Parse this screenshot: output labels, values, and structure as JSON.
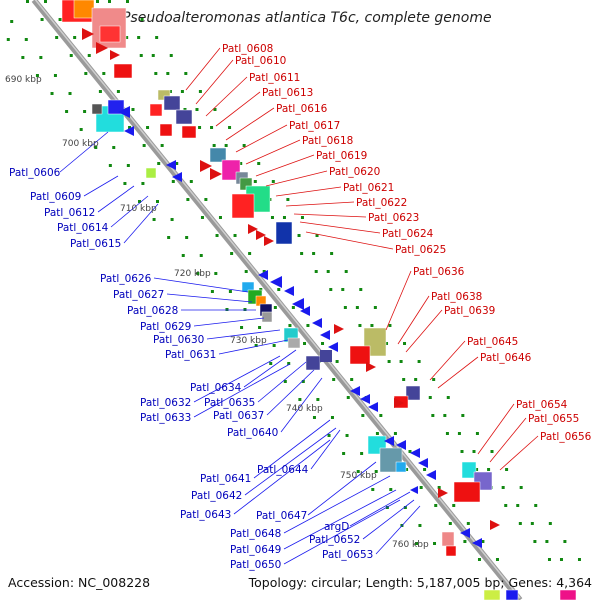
{
  "title": "Pseudoalteromonas atlantica T6c, complete genome",
  "footer": {
    "accession": "Accession: NC_008228",
    "summary": "Topology: circular; Length: 5,187,005 bp; Genes: 4,364"
  },
  "colors": {
    "forward": "#dd1111",
    "reverse": "#1a1aee",
    "backbone": "#999999",
    "tick_dot": "#118811"
  },
  "kbp_labels": [
    "690 kbp",
    "700 kbp",
    "710 kbp",
    "720 kbp",
    "730 kbp",
    "740 kbp",
    "750 kbp",
    "760 kbp"
  ],
  "red_labels": [
    "Patl_0608",
    "Patl_0610",
    "Patl_0611",
    "Patl_0613",
    "Patl_0616",
    "Patl_0617",
    "Patl_0618",
    "Patl_0619",
    "Patl_0620",
    "Patl_0621",
    "Patl_0622",
    "Patl_0623",
    "Patl_0624",
    "Patl_0625",
    "Patl_0636",
    "Patl_0638",
    "Patl_0639",
    "Patl_0645",
    "Patl_0646",
    "Patl_0654",
    "Patl_0655",
    "Patl_0656"
  ],
  "blue_labels": [
    "Patl_0606",
    "Patl_0609",
    "Patl_0612",
    "Patl_0614",
    "Patl_0615",
    "Patl_0626",
    "Patl_0627",
    "Patl_0628",
    "Patl_0629",
    "Patl_0630",
    "Patl_0631",
    "Patl_0634",
    "Patl_0632",
    "Patl_0635",
    "Patl_0633",
    "Patl_0637",
    "Patl_0640",
    "Patl_0641",
    "Patl_0644",
    "Patl_0642",
    "Patl_0647",
    "Patl_0643",
    "Patl_0648",
    "argD",
    "Patl_0649",
    "Patl_0652",
    "Patl_0650",
    "Patl_0653"
  ]
}
